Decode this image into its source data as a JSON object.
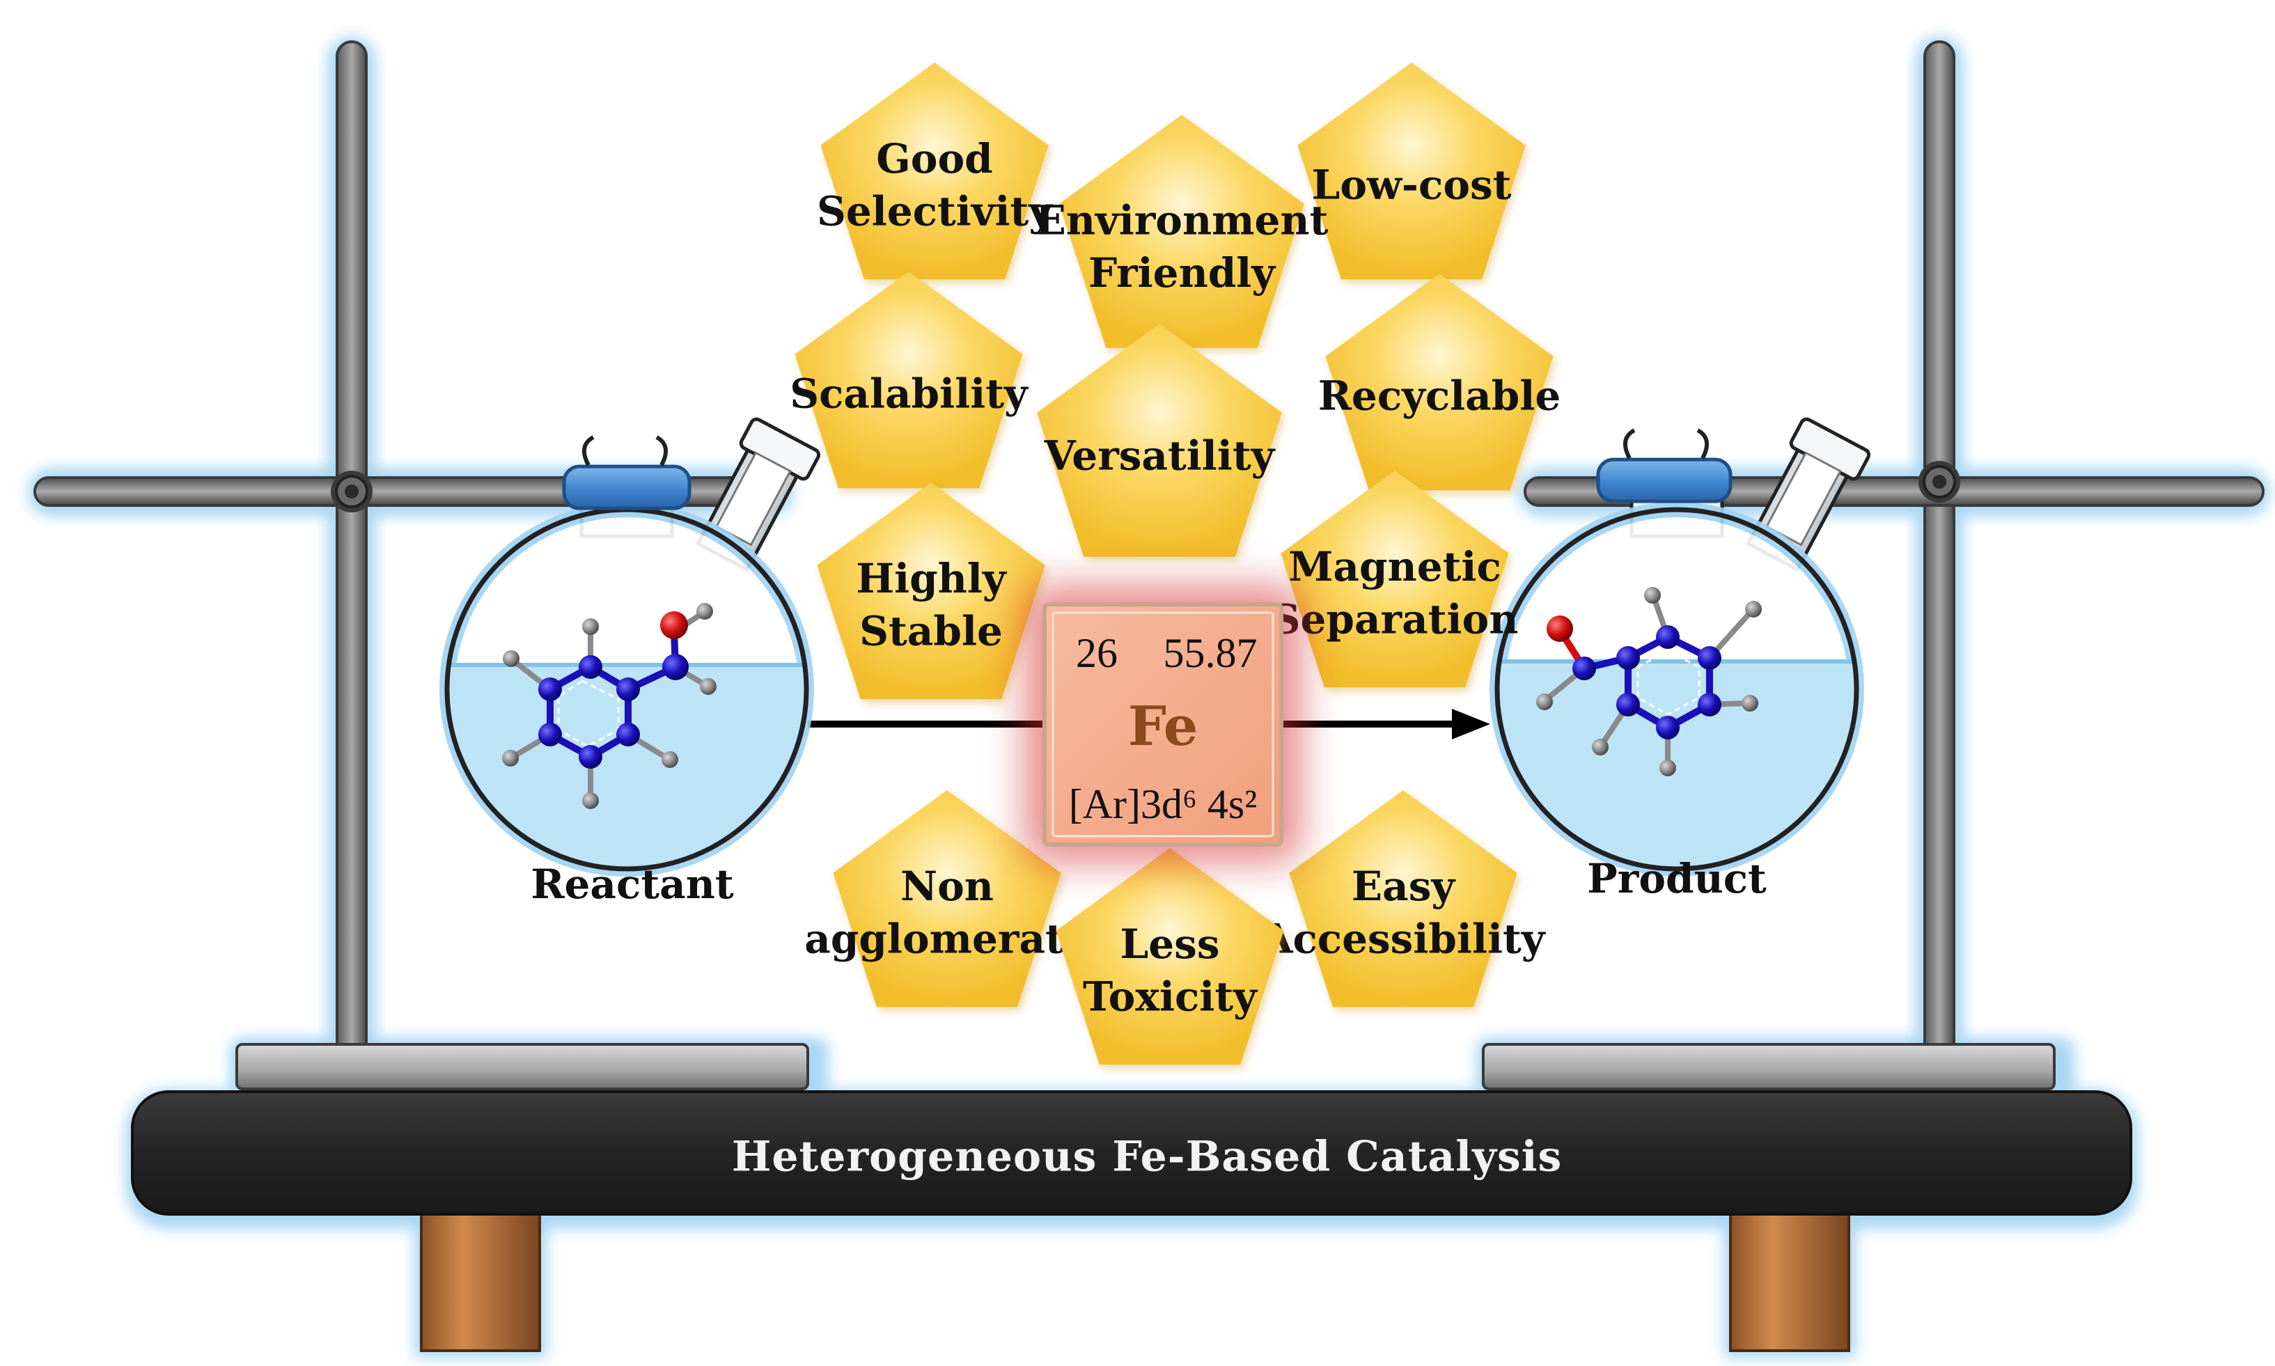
{
  "base": {
    "label": "Heterogeneous Fe-Based Catalysis"
  },
  "flasks": {
    "reactant": {
      "label": "Reactant"
    },
    "product": {
      "label": "Product"
    }
  },
  "element": {
    "atomic_number": "26",
    "atomic_mass": "55.87",
    "symbol": "Fe",
    "configuration": "[Ar]3d⁶ 4s²"
  },
  "advantages": {
    "good_selectivity": [
      "Good",
      "Selectivity"
    ],
    "environment_friendly": [
      "Environment",
      "Friendly"
    ],
    "low_cost": [
      "Low-cost"
    ],
    "scalability": [
      "Scalability"
    ],
    "recyclable": [
      "Recyclable"
    ],
    "versatility": [
      "Versatility"
    ],
    "highly_stable": [
      "Highly",
      "Stable"
    ],
    "magnetic_separation": [
      "Magnetic",
      "Separation"
    ],
    "non_agglomerate": [
      "Non",
      "agglomerate"
    ],
    "less_toxicity": [
      "Less",
      "Toxicity"
    ],
    "easy_accessibility": [
      "Easy",
      "Accessibility"
    ]
  },
  "colors": {
    "pentagon_fill": "#f9cf4a",
    "pentagon_light": "#fff3c2",
    "glow": "#9fd2f2",
    "water": "#bde3f7",
    "atom_blue": "#1a10b8",
    "atom_red": "#d10e0e",
    "atom_grey": "#8a8a8a",
    "fe_tile": "#f4a98a",
    "fe_glow": "#d22d2d",
    "base_dark": "#2b2b2b",
    "legs": "#b9763d"
  }
}
